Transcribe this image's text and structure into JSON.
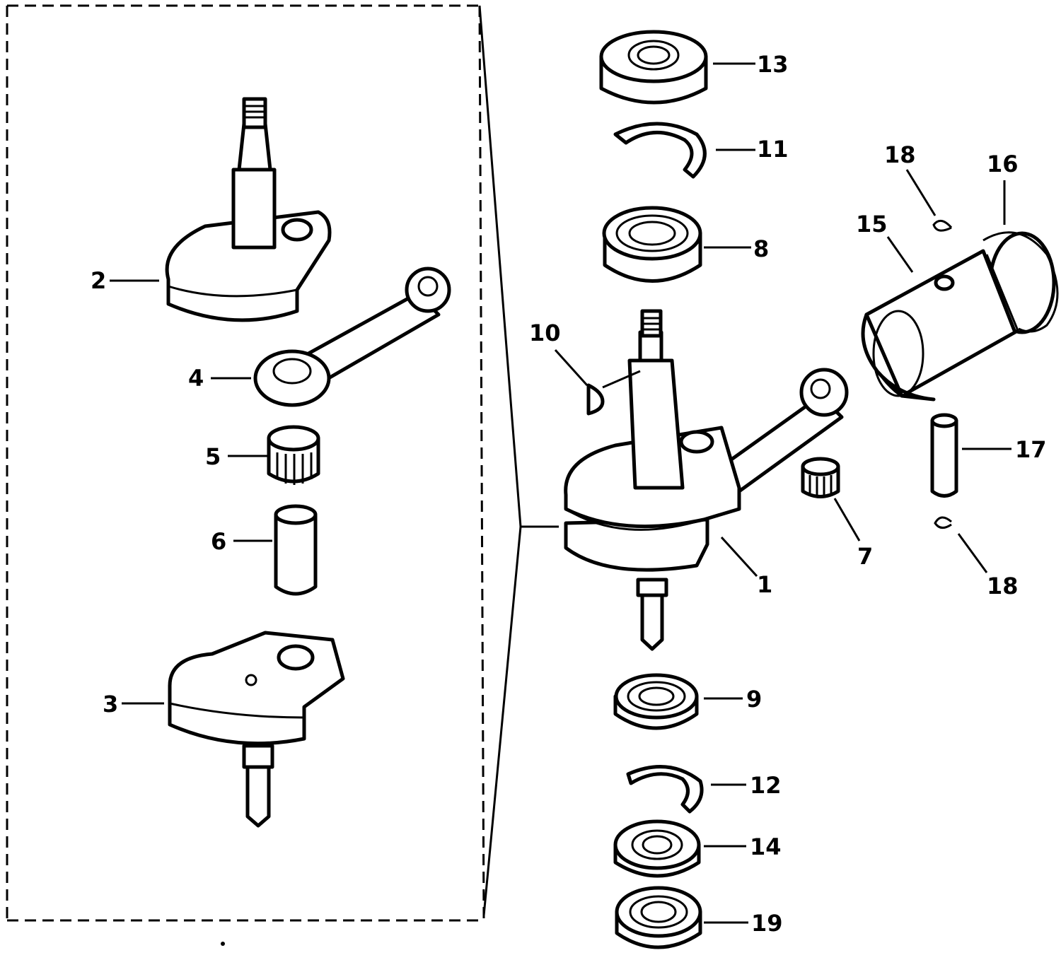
{
  "diagram": {
    "callouts": {
      "c1": "1",
      "c2": "2",
      "c3": "3",
      "c4": "4",
      "c5": "5",
      "c6": "6",
      "c7": "7",
      "c8": "8",
      "c9": "9",
      "c10": "10",
      "c11": "11",
      "c12": "12",
      "c13": "13",
      "c14": "14",
      "c15": "15",
      "c16": "16",
      "c17": "17",
      "c18a": "18",
      "c18b": "18",
      "c19": "19"
    }
  }
}
